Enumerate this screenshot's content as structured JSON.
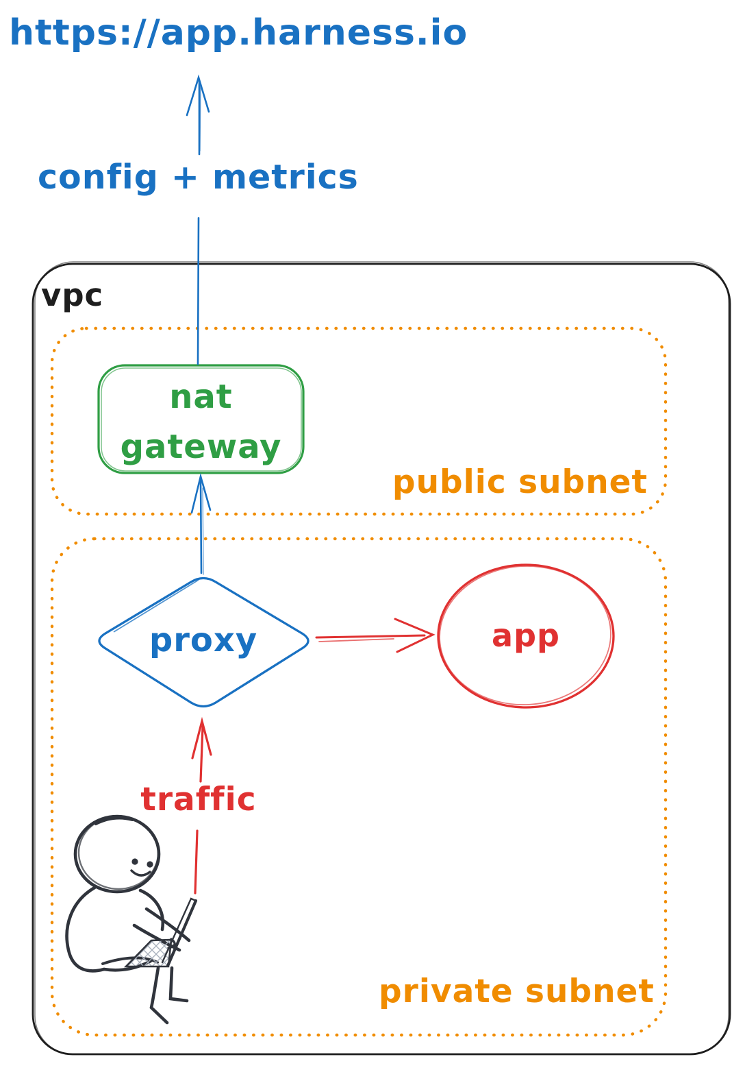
{
  "diagram": {
    "external_url": "https://app.harness.io",
    "labels": {
      "config_metrics": "config + metrics",
      "vpc": "vpc",
      "public_subnet": "public subnet",
      "private_subnet": "private subnet",
      "nat_line1": "nat",
      "nat_line2": "gateway",
      "proxy": "proxy",
      "app": "app",
      "traffic": "traffic"
    },
    "colors": {
      "blue": "#1971c2",
      "green": "#2f9e44",
      "red": "#e03131",
      "orange": "#f08c00",
      "ink": "#1e1e1e",
      "person_ink": "#30343c"
    },
    "nodes": [
      {
        "id": "harness-url",
        "label": "https://app.harness.io",
        "shape": "text",
        "color": "#1971c2"
      },
      {
        "id": "nat-gateway",
        "label": "nat gateway",
        "shape": "rounded-rectangle",
        "color": "#2f9e44",
        "container": "public subnet"
      },
      {
        "id": "proxy",
        "label": "proxy",
        "shape": "diamond",
        "color": "#1971c2",
        "container": "private subnet"
      },
      {
        "id": "app",
        "label": "app",
        "shape": "ellipse",
        "color": "#e03131",
        "container": "private subnet"
      },
      {
        "id": "user",
        "label": "person with laptop",
        "shape": "sketch-figure",
        "color": "#30343c",
        "container": "private subnet"
      }
    ],
    "edges": [
      {
        "from": "nat-gateway",
        "to": "harness-url",
        "label": "config + metrics",
        "color": "#1971c2",
        "direction": "up"
      },
      {
        "from": "proxy",
        "to": "nat-gateway",
        "label": "",
        "color": "#1971c2",
        "direction": "up"
      },
      {
        "from": "proxy",
        "to": "app",
        "label": "",
        "color": "#e03131",
        "direction": "right"
      },
      {
        "from": "user",
        "to": "proxy",
        "label": "traffic",
        "color": "#e03131",
        "direction": "up"
      }
    ],
    "containers": [
      {
        "id": "vpc",
        "label": "vpc",
        "style": "solid",
        "color": "#1e1e1e"
      },
      {
        "id": "public-subnet",
        "label": "public subnet",
        "style": "dotted",
        "color": "#f08c00"
      },
      {
        "id": "private-subnet",
        "label": "private subnet",
        "style": "dotted",
        "color": "#f08c00"
      }
    ]
  }
}
